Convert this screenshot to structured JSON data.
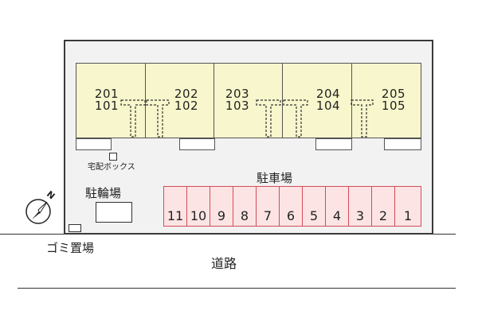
{
  "units": [
    {
      "upper": "201",
      "lower": "101"
    },
    {
      "upper": "202",
      "lower": "102"
    },
    {
      "upper": "203",
      "lower": "103"
    },
    {
      "upper": "204",
      "lower": "104"
    },
    {
      "upper": "205",
      "lower": "105"
    }
  ],
  "labels": {
    "delivery_box": "宅配ボックス",
    "bicycle_parking": "駐輪場",
    "parking": "駐車場",
    "garbage": "ゴミ置場",
    "road": "道路",
    "north": "N"
  },
  "parking_numbers": [
    "11",
    "10",
    "9",
    "8",
    "7",
    "6",
    "5",
    "4",
    "3",
    "2",
    "1"
  ],
  "colors": {
    "unit_fill": "#f7f6cc",
    "stall_fill": "#fde4e4",
    "stall_border": "#d24b5a",
    "lot_fill": "#f2f2f2"
  }
}
